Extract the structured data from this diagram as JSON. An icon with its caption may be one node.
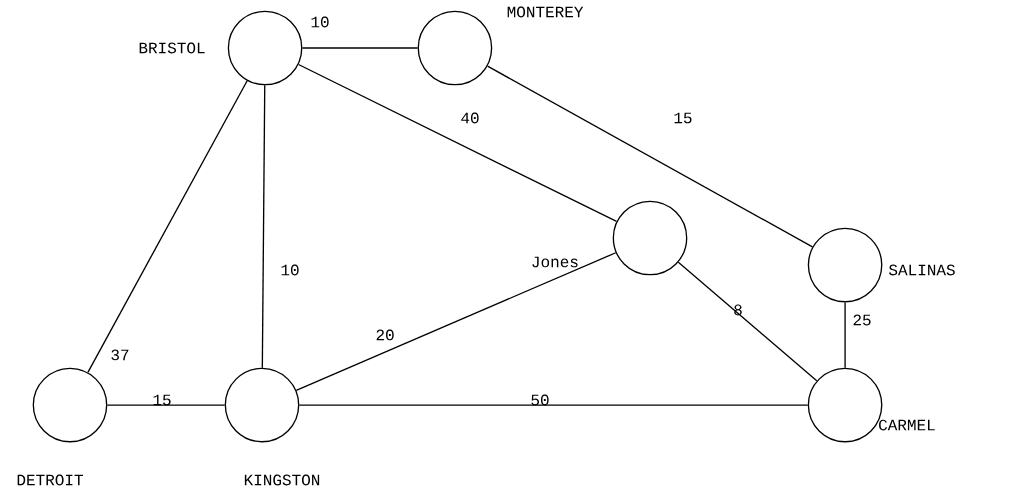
{
  "diagram": {
    "nodes": [
      {
        "text": [
          "BRISTOL"
        ]
      },
      {
        "text": [
          "MONTEREY"
        ]
      },
      {
        "text": [
          "Jones"
        ]
      },
      {
        "text": [
          "SALINAS"
        ]
      },
      {
        "text": [
          "DETROIT"
        ]
      },
      {
        "text": [
          "KINGSTON"
        ]
      },
      {
        "text": [
          "CARMEL"
        ]
      }
    ],
    "edges": [
      {
        "from": 0,
        "to": 1,
        "arrow": "none",
        "label": "10"
      },
      {
        "from": 1,
        "to": 3,
        "arrow": "none",
        "label": "15"
      },
      {
        "from": 0,
        "to": 2,
        "arrow": "none",
        "label": "40"
      },
      {
        "from": 0,
        "to": 5,
        "arrow": "none",
        "label": "10"
      },
      {
        "from": 0,
        "to": 4,
        "arrow": "none",
        "label": "37"
      },
      {
        "from": 4,
        "to": 5,
        "arrow": "none",
        "label": "15"
      },
      {
        "from": 5,
        "to": 2,
        "arrow": "none",
        "label": "20"
      },
      {
        "from": 5,
        "to": 6,
        "arrow": "none",
        "label": "50"
      },
      {
        "from": 2,
        "to": 6,
        "arrow": "none",
        "label": "8"
      },
      {
        "from": 3,
        "to": 6,
        "arrow": "none",
        "label": "25"
      }
    ]
  }
}
